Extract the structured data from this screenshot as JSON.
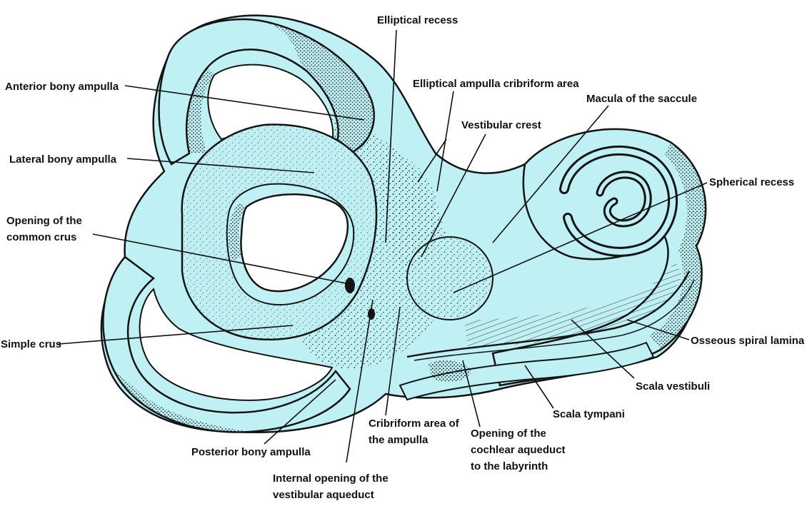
{
  "diagram": {
    "colors": {
      "bone_fill": "#bff0f3",
      "outline": "#141414",
      "stipple": "#1a1a1a",
      "leader": "#111111",
      "background": "#ffffff"
    },
    "labels": {
      "elliptical_recess": "Elliptical recess",
      "anterior_bony_ampulla": "Anterior bony ampulla",
      "elliptical_ampulla_cribriform_area": "Elliptical ampulla cribriform area",
      "macula_of_the_saccule": "Macula of the saccule",
      "vestibular_crest": "Vestibular crest",
      "lateral_bony_ampulla": "Lateral bony ampulla",
      "spherical_recess": "Spherical recess",
      "opening_common_crus": [
        "Opening of the",
        "common crus"
      ],
      "simple_crus": "Simple crus",
      "osseous_spiral_lamina": "Osseous spiral lamina",
      "scala_vestibuli": "Scala vestibuli",
      "scala_tympani": "Scala tympani",
      "cribriform_area_of_ampulla": [
        "Cribriform area of",
        "the ampulla"
      ],
      "opening_cochlear_aqueduct": [
        "Opening of the",
        "cochlear aqueduct",
        "to the labyrinth"
      ],
      "posterior_bony_ampulla": "Posterior bony ampulla",
      "internal_opening_vestibular_aqueduct": [
        "Internal opening of the",
        "vestibular aqueduct"
      ]
    }
  }
}
